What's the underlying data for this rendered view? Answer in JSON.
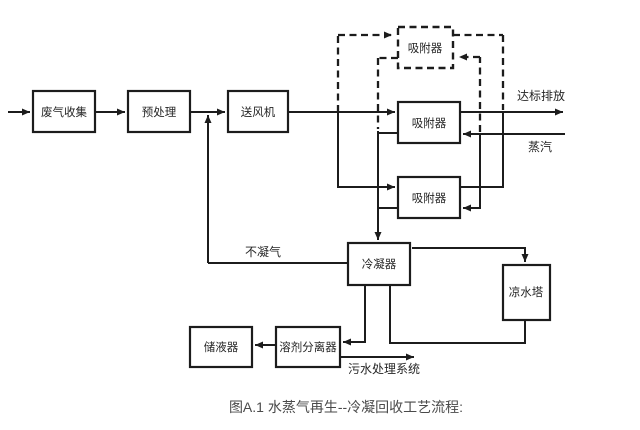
{
  "figure": {
    "caption": "图A.1 水蒸气再生--冷凝回收工艺流程:",
    "colors": {
      "line": "#1c1c1c",
      "node_fill": "#ffffff",
      "text": "#262626",
      "caption_text": "#4a4a4a",
      "background": "#ffffff"
    },
    "nodes": {
      "waste_gas_collection": "废气收集",
      "pretreatment": "预处理",
      "blower": "送风机",
      "adsorber_standby": "吸附器",
      "adsorber_1": "吸附器",
      "adsorber_2": "吸附器",
      "condenser": "冷凝器",
      "cooling_tower": "凉水塔",
      "liquid_storage": "储液器",
      "solvent_separator": "溶剂分离器"
    },
    "flow_labels": {
      "discharge": "达标排放",
      "steam": "蒸汽",
      "non_condensable_gas": "不凝气",
      "wastewater_system": "污水处理系统"
    }
  }
}
